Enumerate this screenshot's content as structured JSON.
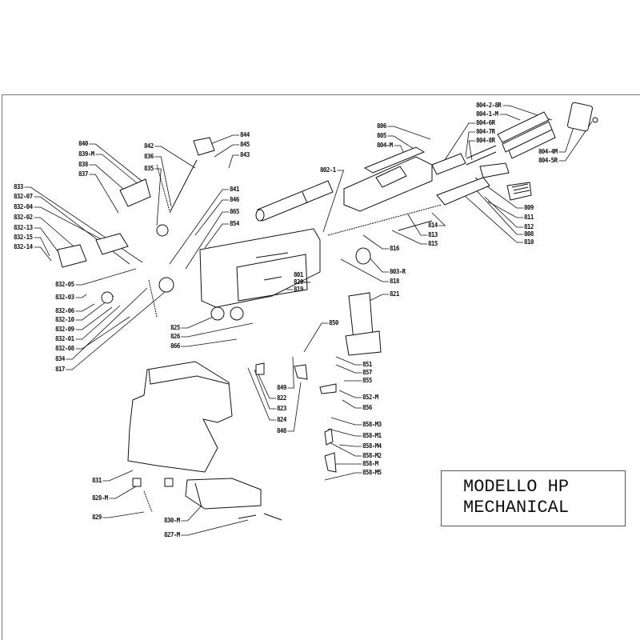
{
  "title": {
    "line1": "MODELLO HP",
    "line2": "MECHANICAL"
  },
  "part_labels": [
    "840",
    "839-M",
    "838",
    "837",
    "833",
    "832-07",
    "832-04",
    "832-02",
    "832-13",
    "832-15",
    "832-14",
    "842",
    "836",
    "835",
    "844",
    "845",
    "843",
    "841",
    "846",
    "865",
    "854",
    "832-05",
    "832-03",
    "832-06",
    "832-10",
    "832-09",
    "832-01",
    "832-08",
    "834",
    "817",
    "825",
    "826",
    "866",
    "806",
    "805",
    "804-M",
    "802-1",
    "804-2-8R",
    "804-1-M",
    "804-6R",
    "804-7R",
    "804-8R",
    "804-4M",
    "804-5R",
    "809",
    "811",
    "812",
    "808",
    "810",
    "814",
    "813",
    "815",
    "816",
    "803-R",
    "818",
    "801",
    "820",
    "819",
    "821",
    "850",
    "851",
    "857",
    "855",
    "852-M",
    "856",
    "858-M3",
    "858-M1",
    "858-M4",
    "858-M2",
    "858-M",
    "858-M5",
    "849",
    "822",
    "823",
    "824",
    "848",
    "831",
    "828-M",
    "829",
    "830-M",
    "827-M"
  ]
}
